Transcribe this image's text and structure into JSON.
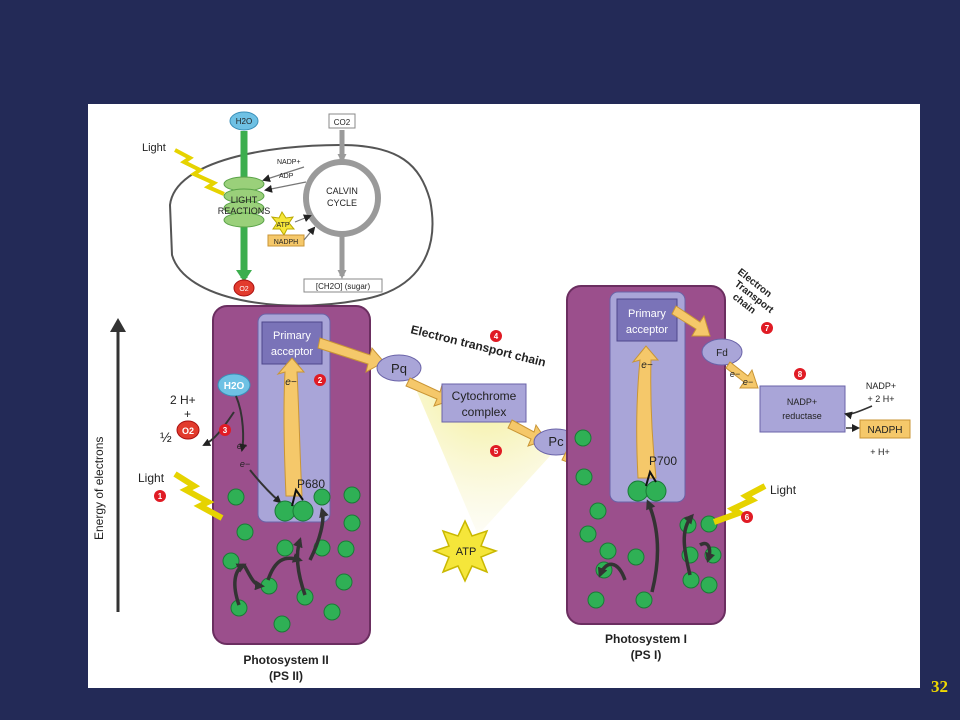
{
  "slide_number": "32",
  "overview": {
    "light": "Light",
    "h2o": "H2O",
    "co2": "CO2",
    "o2": "O2",
    "light_reactions_1": "LIGHT",
    "light_reactions_2": "REACTIONS",
    "calvin_1": "CALVIN",
    "calvin_2": "CYCLE",
    "nadp": "NADP+",
    "adp": "ADP",
    "atp": "ATP",
    "nadph": "NADPH",
    "sugar": "[CH2O] (sugar)"
  },
  "axis": {
    "label": "Energy of electrons"
  },
  "ps2": {
    "name_1": "Photosystem II",
    "name_2": "(PS II)",
    "acceptor_1": "Primary",
    "acceptor_2": "acceptor",
    "p680": "P680",
    "h2o": "H2O",
    "two_h": "2 H+",
    "plus": "+",
    "half": "½",
    "o2": "O2",
    "light": "Light",
    "electron": "e−"
  },
  "etc": {
    "title": "Electron transport chain",
    "pq": "Pq",
    "cyt_1": "Cytochrome",
    "cyt_2": "complex",
    "pc": "Pc",
    "atp": "ATP"
  },
  "ps1": {
    "name_1": "Photosystem I",
    "name_2": "(PS I)",
    "acceptor_1": "Primary",
    "acceptor_2": "acceptor",
    "p700": "P700",
    "light": "Light",
    "electron": "e−",
    "etc2_1": "Electron",
    "etc2_2": "Transport",
    "etc2_3": "chain",
    "fd": "Fd",
    "reductase_1": "NADP+",
    "reductase_2": "reductase",
    "nadp_1": "NADP+",
    "nadp_2": "+ 2 H+",
    "nadph": "NADPH",
    "h": "+ H+"
  },
  "steps": [
    "1",
    "2",
    "3",
    "4",
    "5",
    "6",
    "7",
    "8"
  ],
  "colors": {
    "background": "#232a57",
    "panel": "#ffffff",
    "photosystem": "#9b4f8c",
    "reaction_center": "#a9a5d8",
    "acceptor": "#7a73b8",
    "chlorophyll": "#2fb055",
    "arrow_fill": "#f5c86a",
    "step_badge": "#e01b24",
    "atp": "#f5e63a"
  }
}
